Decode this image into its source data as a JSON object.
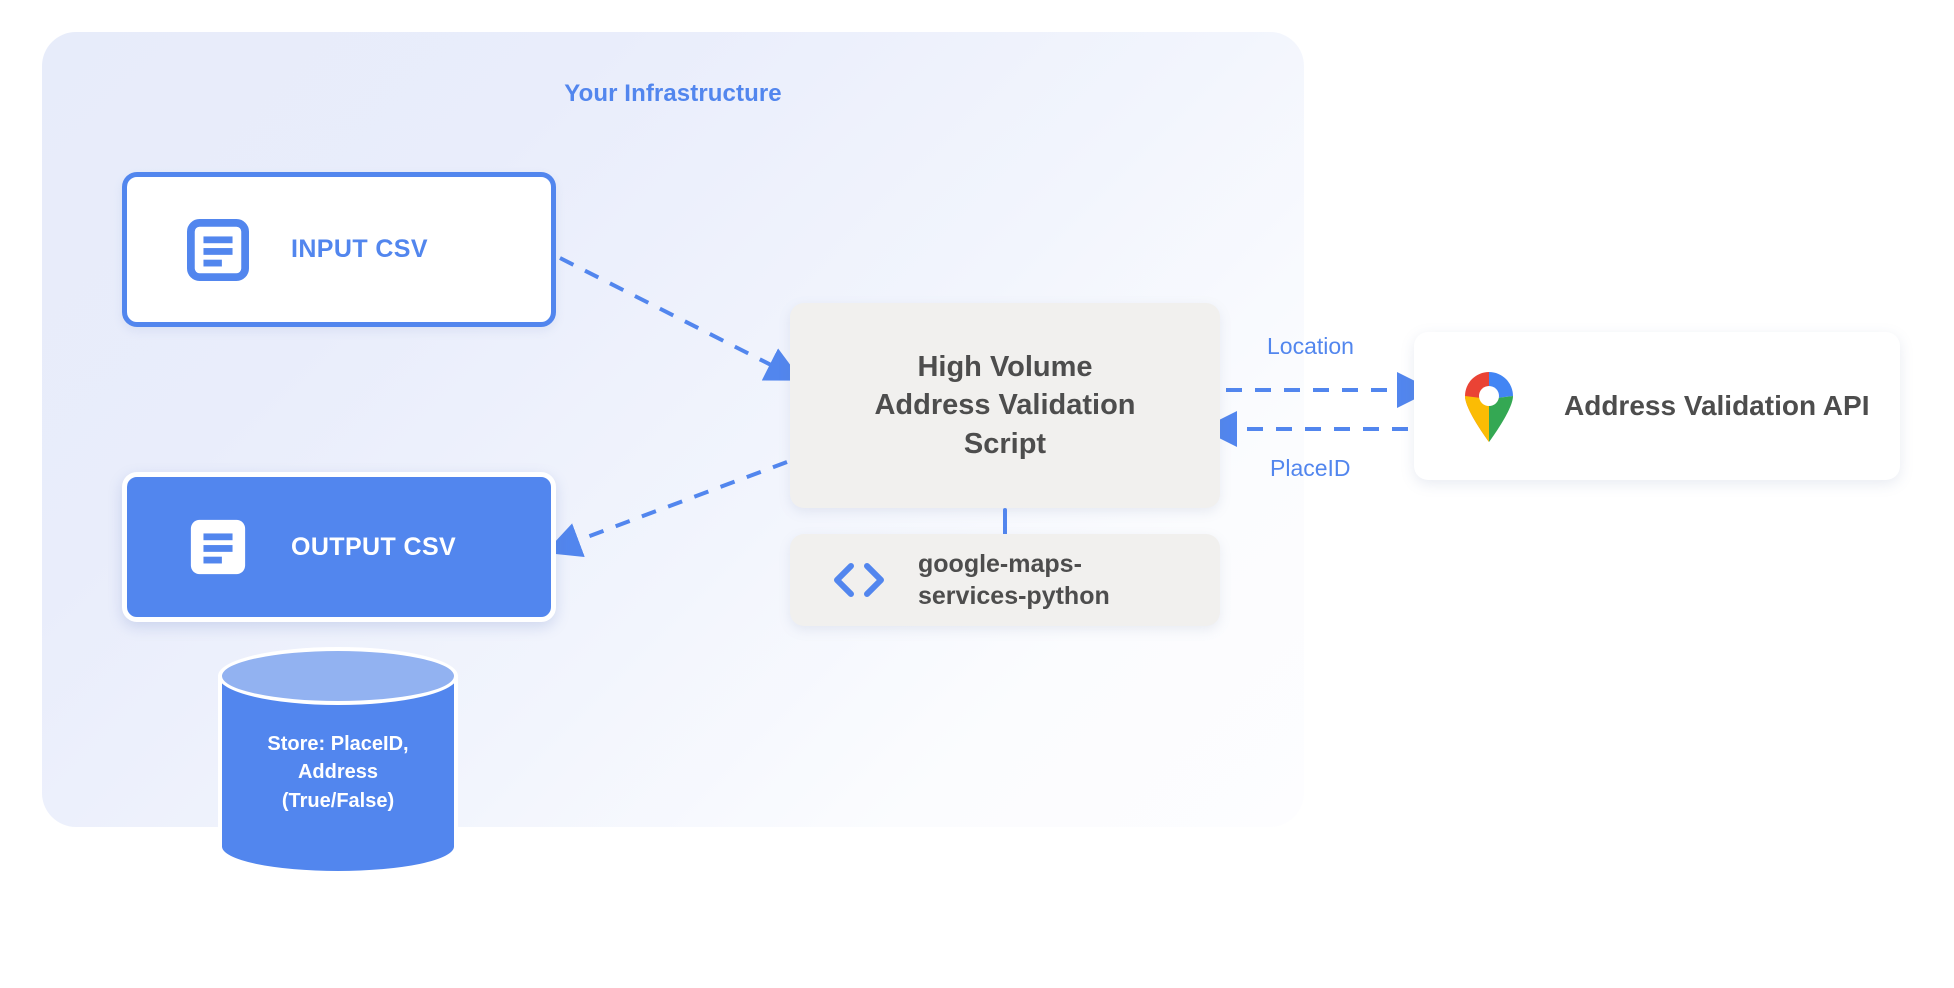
{
  "diagram": {
    "title": "Your Infrastructure",
    "accent_blue": "#5286ee",
    "panel_bg": "#e8edfa",
    "box_gray": "#f1f0ee",
    "text_gray": "#4d4d4d"
  },
  "nodes": {
    "input_csv": {
      "label": "INPUT CSV",
      "icon": "document-icon",
      "style": "outlined"
    },
    "output_csv": {
      "label": "OUTPUT CSV",
      "icon": "document-icon",
      "style": "filled"
    },
    "script": {
      "label": "High Volume\nAddress Validation\nScript"
    },
    "library": {
      "label": "google-maps-\nservices-python",
      "icon": "code-brackets-icon"
    },
    "api": {
      "label": "Address Validation API",
      "icon": "google-maps-pin-icon"
    },
    "database": {
      "label": "Store: PlaceID,\nAddress\n(True/False)",
      "shape": "cylinder"
    }
  },
  "edges": {
    "location": "Location",
    "placeid": "PlaceID"
  }
}
